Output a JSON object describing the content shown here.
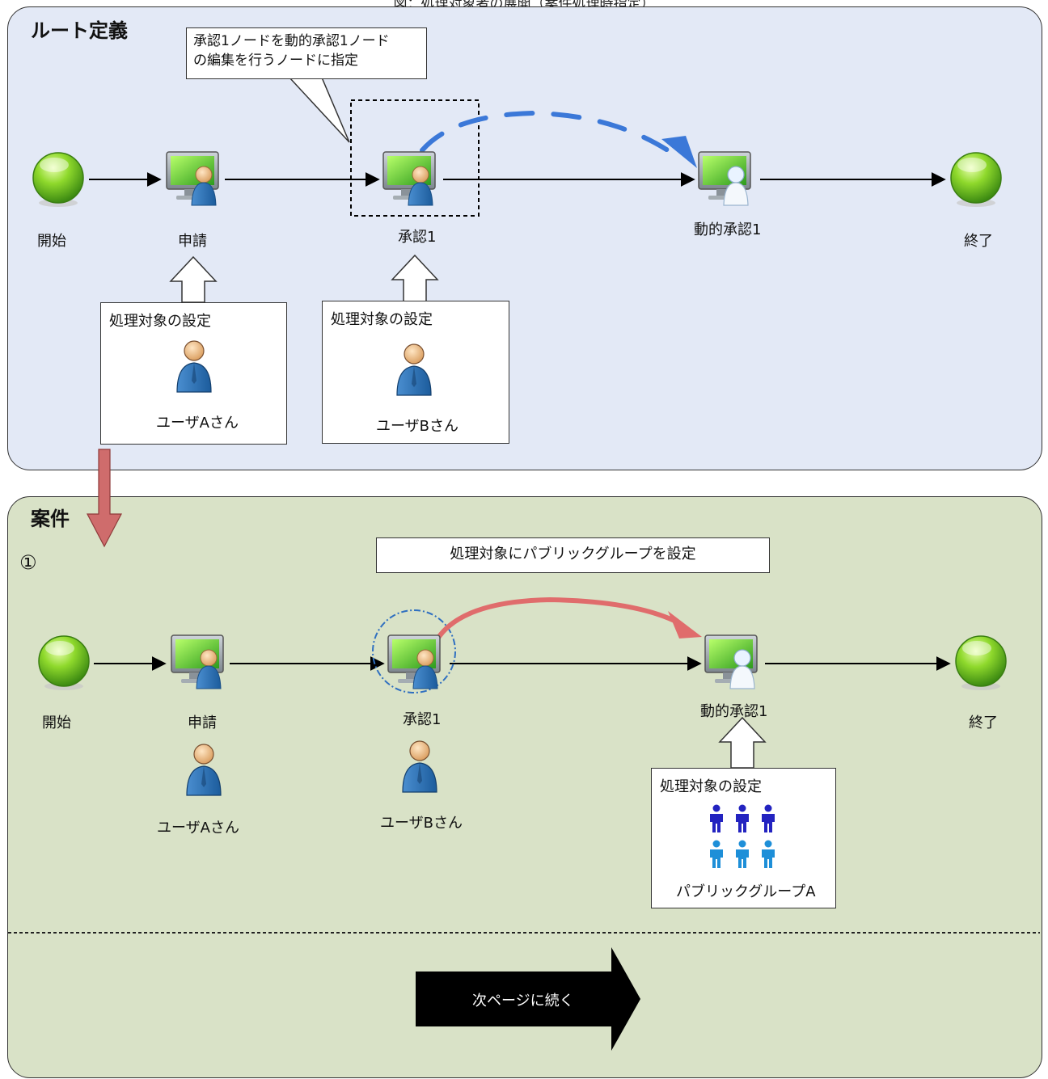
{
  "caption": "図：処理対象者の展開（案件処理時指定）",
  "route": {
    "title": "ルート定義",
    "callout": [
      "承認1ノードを動的承認1ノード",
      "の編集を行うノードに指定"
    ],
    "nodes": {
      "start": "開始",
      "apply": "申請",
      "approve1": "承認1",
      "dynamic": "動的承認1",
      "end": "終了"
    },
    "box_apply": {
      "title": "処理対象の設定",
      "user": "ユーザAさん"
    },
    "box_approve": {
      "title": "処理対象の設定",
      "user": "ユーザBさん"
    }
  },
  "case": {
    "title": "案件",
    "step": "①",
    "banner": "処理対象にパブリックグループを設定",
    "nodes": {
      "start": "開始",
      "apply": "申請",
      "approve1": "承認1",
      "dynamic": "動的承認1",
      "end": "終了"
    },
    "user_apply": "ユーザAさん",
    "user_approve": "ユーザBさん",
    "box_dynamic": {
      "title": "処理対象の設定",
      "group": "パブリックグループA"
    },
    "continue": "次ページに続く"
  },
  "colors": {
    "route_panel": "#e3e9f6",
    "case_panel": "#d9e2c7",
    "blue_arrow": "#3b78d8",
    "red_arrow": "#e06c6c",
    "transfer_arrow": "#cf6c6c",
    "group_dark": "#2323c0",
    "group_light": "#1e8fd8"
  },
  "icons": {
    "start": "green-orb-icon",
    "end": "green-orb-icon",
    "task": "monitor-user-icon",
    "dynamic": "monitor-ghost-user-icon",
    "user": "user-icon",
    "group": "group-icon"
  }
}
